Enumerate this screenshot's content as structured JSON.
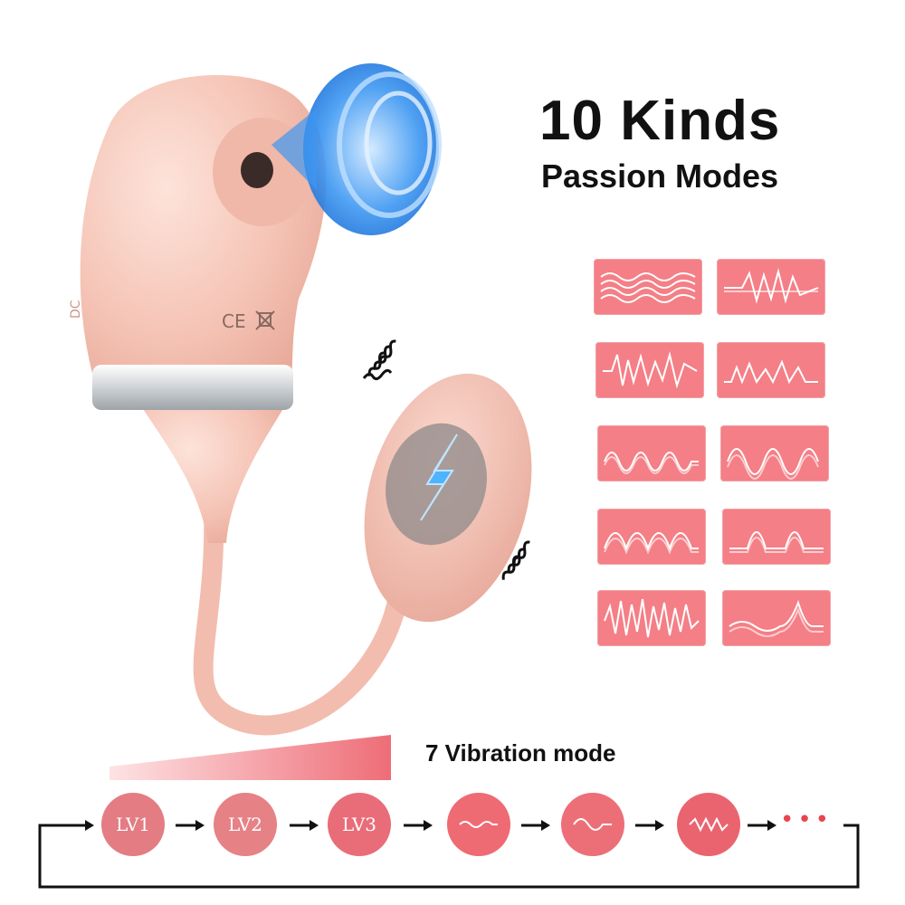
{
  "headline": {
    "title": "10 Kinds",
    "subtitle": "Passion Modes"
  },
  "device_markings": {
    "left": "DC",
    "right": "CE"
  },
  "vibration": {
    "label": "7 Vibration mode",
    "levels": [
      {
        "label": "LV1",
        "color": "#e37c83"
      },
      {
        "label": "LV2",
        "color": "#e68186"
      },
      {
        "label": "LV3",
        "color": "#e86d78"
      },
      {
        "label": "",
        "icon": "gentle-wave-icon",
        "color": "#ee6b74"
      },
      {
        "label": "",
        "icon": "medium-wave-icon",
        "color": "#ec6f78"
      },
      {
        "label": "",
        "icon": "strong-wave-icon",
        "color": "#ea6470"
      }
    ],
    "more_indicator": "•••"
  },
  "colors": {
    "accent": "#f47f86",
    "suction_blue": "#2d8cf0",
    "device_pink": "#f4c2b6"
  }
}
